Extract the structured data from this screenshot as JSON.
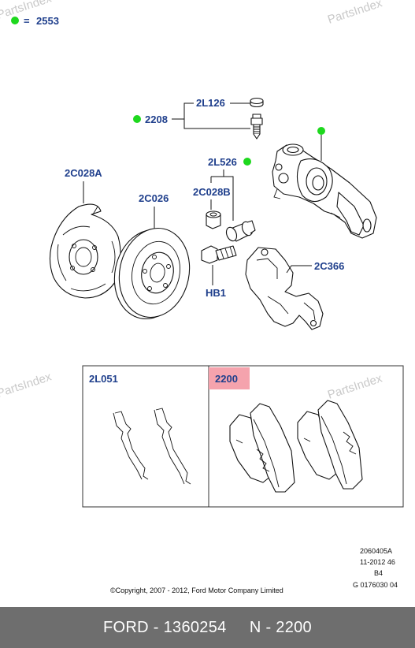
{
  "watermark": "PartsIndex",
  "legend": {
    "equals": "=",
    "part": "2553",
    "marker_color": "#1ed81e"
  },
  "callouts": {
    "c2208": "2208",
    "c2L126": "2L126",
    "c2L526": "2L526",
    "c2C028A": "2C028A",
    "c2C026": "2C026",
    "c2C028B": "2C028B",
    "cHB1": "HB1",
    "c2C366": "2C366"
  },
  "detail_box": {
    "left_label": "2L051",
    "right_label": "2200",
    "highlight_color": "#f5a3ad"
  },
  "ref_block": {
    "line1": "2060405A",
    "line2": "11-2012 46",
    "line3": "B4",
    "line4": "G 0176030 04"
  },
  "copyright": "©Copyright, 2007 - 2012, Ford Motor Company Limited",
  "footer": {
    "brand": "FORD",
    "dash1": " - ",
    "part_number": "1360254",
    "gap": "     ",
    "note": "N - 2200"
  }
}
